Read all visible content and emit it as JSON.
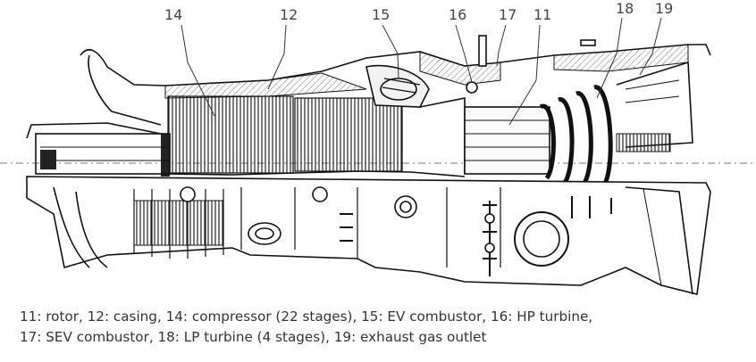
{
  "callouts": {
    "c14": "14",
    "c12": "12",
    "c15": "15",
    "c16": "16",
    "c17": "17",
    "c11": "11",
    "c18": "18",
    "c19": "19"
  },
  "caption": {
    "line1": "11: rotor, 12: casing, 14: compressor (22 stages), 15: EV combustor, 16: HP turbine,",
    "line2": "17: SEV combustor, 18: LP turbine (4 stages), 19: exhaust gas outlet"
  }
}
